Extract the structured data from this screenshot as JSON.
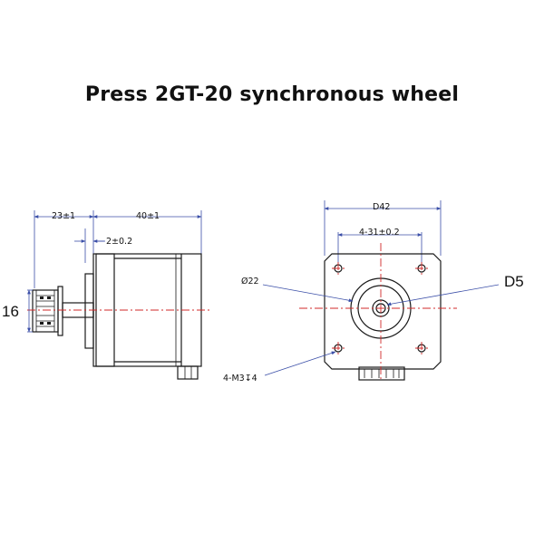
{
  "title": "Press 2GT-20 synchronous wheel",
  "side_view": {
    "dim_pulley": "23±1",
    "dim_body": "40±1",
    "dim_boss": "2±0.2",
    "dim_height": "16"
  },
  "front_view": {
    "dim_width": "D42",
    "dim_hole_spacing": "4-31±0.2",
    "dim_boss_dia": "Ø22",
    "dim_shaft": "D5",
    "dim_screws": "4-M3↧4"
  }
}
